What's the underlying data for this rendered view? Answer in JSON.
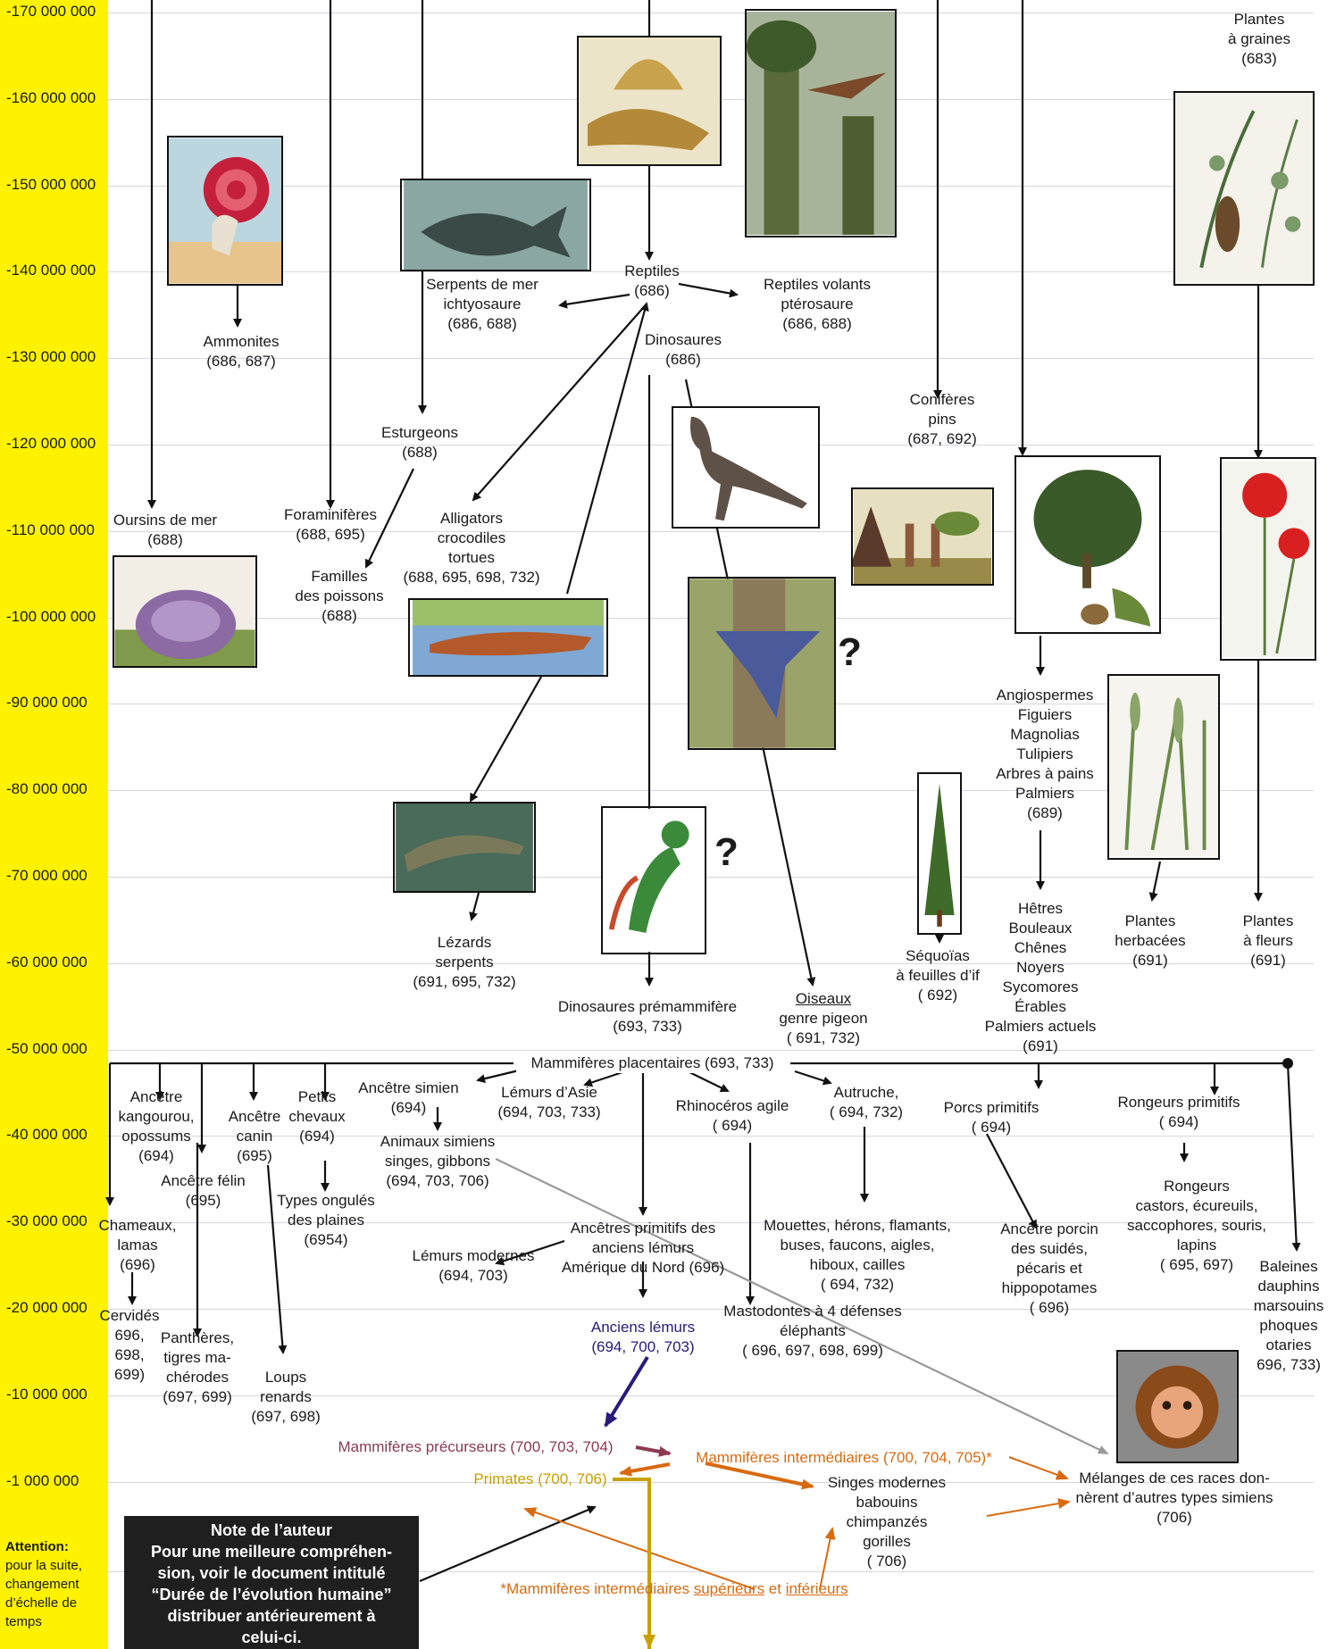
{
  "timescale": {
    "ticks": [
      "-170 000 000",
      "-160 000 000",
      "-150 000 000",
      "-140 000 000",
      "-130 000 000",
      "-120 000 000",
      "-110 000 000",
      "-100 000 000",
      "-90 000 000",
      "-80 000 000",
      "-70 000 000",
      "-60 000 000",
      "-50 000 000",
      "-40 000 000",
      "-30 000 000",
      "-20 000 000",
      "-10 000 000",
      "-1 000 000"
    ]
  },
  "labels": {
    "plantes_graines": [
      "Plantes",
      "à graines",
      "(683)"
    ],
    "reptiles": [
      "Reptiles",
      "(686)"
    ],
    "serpents_mer": [
      "Serpents de mer",
      "ichtyosaure",
      "(686, 688)"
    ],
    "reptiles_volants": [
      "Reptiles volants",
      "ptérosaure",
      "(686, 688)"
    ],
    "ammonites": [
      "Ammonites",
      "(686, 687)"
    ],
    "dinosaures": [
      "Dinosaures",
      "(686)"
    ],
    "coniferes": [
      "Conifères",
      "pins",
      "(687, 692)"
    ],
    "esturgeons": [
      "Esturgeons",
      "(688)"
    ],
    "oursins": [
      "Oursins de mer",
      "(688)"
    ],
    "foraminiferes": [
      "Foraminifères",
      "(688, 695)"
    ],
    "alligators": [
      "Alligators",
      "crocodiles",
      "tortues",
      "(688, 695, 698, 732)"
    ],
    "familles_poissons": [
      "Familles",
      "des poissons",
      "(688)"
    ],
    "angiospermes": [
      "Angiospermes",
      "Figuiers",
      "Magnolias",
      "Tulipiers",
      "Arbres à pains",
      "Palmiers",
      "(689)"
    ],
    "hetres": [
      "Hêtres",
      "Bouleaux",
      "Chênes",
      "Noyers",
      "Sycomores",
      "Érables",
      "Palmiers actuels",
      "(691)"
    ],
    "plantes_herbacees": [
      "Plantes",
      "herbacées",
      "(691)"
    ],
    "plantes_fleurs": [
      "Plantes",
      "à fleurs",
      "(691)"
    ],
    "lezards": [
      "Lézards",
      "serpents",
      "(691, 695, 732)"
    ],
    "sequoias": [
      "Séquoïas",
      "à feuilles d’if",
      "( 692)"
    ],
    "dino_premam": [
      "Dinosaures prémammifère",
      "(693, 733)"
    ],
    "oiseaux": [
      "Oiseaux",
      "genre pigeon",
      "( 691, 732)"
    ],
    "mammiferes_plac": "Mammifères placentaires (693, 733)",
    "kangourou": [
      "Ancêtre",
      "kangourou,",
      "opossums",
      "(694)"
    ],
    "canin": [
      "Ancêtre",
      "canin",
      "(695)"
    ],
    "petits_chevaux": [
      "Petits",
      "chevaux",
      "(694)"
    ],
    "ancetre_simien": [
      "Ancêtre simien",
      "(694)"
    ],
    "lemurs_asie": [
      "Lémurs d’Asie",
      "(694, 703, 733)"
    ],
    "rhinoceros": [
      "Rhinocéros agile",
      "( 694)"
    ],
    "autruche": [
      "Autruche,",
      "( 694, 732)"
    ],
    "porcs": [
      "Porcs primitifs",
      "( 694)"
    ],
    "rongeurs_prim": [
      "Rongeurs primitifs",
      "( 694)"
    ],
    "animaux_simiens": [
      "Animaux simiens",
      "singes, gibbons",
      "(694, 703, 706)"
    ],
    "felin": [
      "Ancêtre félin",
      "(695)"
    ],
    "ongules": [
      "Types ongulés",
      "des plaines",
      "(6954)"
    ],
    "rongeurs": [
      "Rongeurs",
      "castors, écureuils,",
      "saccophores, souris,",
      "lapins",
      "( 695, 697)"
    ],
    "chameaux": [
      "Chameaux,",
      "lamas",
      "(696)"
    ],
    "ancetres_prim": [
      "Ancêtres primitifs des",
      "anciens lémurs",
      "Amérique du Nord (696)"
    ],
    "lemurs_modernes": [
      "Lémurs modernes",
      "(694, 703)"
    ],
    "mouettes": [
      "Mouettes, hérons, flamants,",
      "buses, faucons, aigles,",
      "hiboux, cailles",
      "( 694, 732)"
    ],
    "porcin": [
      "Ancêtre porcin",
      "des suidés,",
      "pécaris et",
      "hippopotames",
      "( 696)"
    ],
    "baleines": [
      "Baleines",
      "dauphins",
      "marsouins",
      "phoques",
      "otaries",
      "696, 733)"
    ],
    "cervides": [
      "Cervidés",
      "696,",
      "698,",
      "699)"
    ],
    "pantheres": [
      "Panthères,",
      "tigres ma-",
      "chérodes",
      "(697, 699)"
    ],
    "mastodontes": [
      "Mastodontes à 4 défenses",
      "éléphants",
      "( 696, 697, 698, 699)"
    ],
    "anciens_lemurs": [
      "Anciens lémurs",
      "(694, 700, 703)"
    ],
    "loups": [
      "Loups",
      "renards",
      "(697, 698)"
    ],
    "precurseurs": "Mammifères précurseurs (700, 703, 704)",
    "intermediaires": "Mammifères intermédiaires (700, 704, 705)*",
    "primates": "Primates (700, 706)",
    "singes_modernes": [
      "Singes modernes",
      "babouins",
      "chimpanzés",
      "gorilles",
      "( 706)"
    ],
    "melanges": [
      "Mélanges de ces races don-",
      "nèrent d’autres types simiens",
      "(706)"
    ],
    "footnote_prefix": "*Mammifères intermédiaires ",
    "footnote_sup": "supérieurs",
    "footnote_and": " et ",
    "footnote_inf": "inférieurs",
    "question_mark": "?"
  },
  "note": [
    "Note de l’auteur",
    "Pour une meilleure compréhen-",
    "sion, voir le document intitulé",
    "“Durée de l’évolution humaine”",
    "distribuer antérieurement à",
    "celui-ci."
  ],
  "attention": {
    "title": "Attention:",
    "lines": [
      "pour la suite,",
      "changement",
      "d’échelle de",
      "temps"
    ]
  },
  "colors": {
    "scale": "#fff200",
    "precurseurs": "#8b3a52",
    "intermediaires": "#d86a10",
    "primates": "#c8a000",
    "anciens_lemurs": "#2a1a7a",
    "gray_arrow": "#9a9a9a"
  }
}
